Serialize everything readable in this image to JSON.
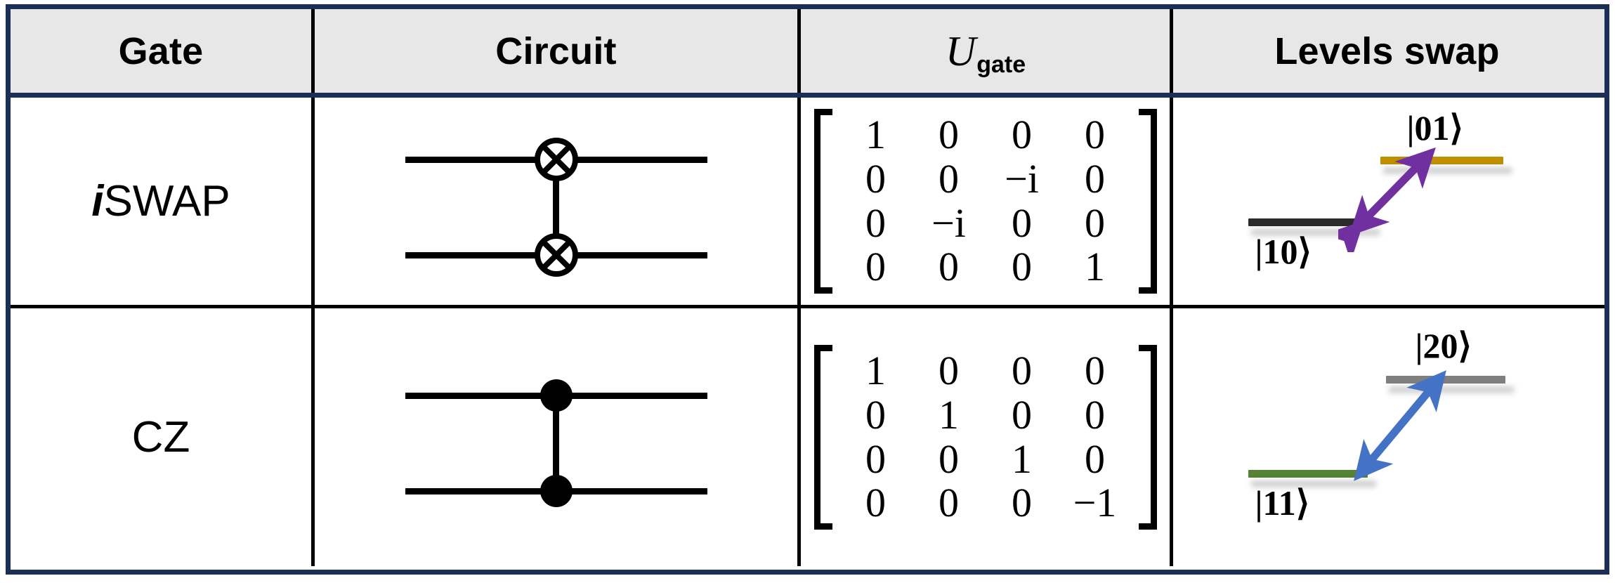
{
  "table": {
    "headers": [
      {
        "key": "gate",
        "label": "Gate"
      },
      {
        "key": "circuit",
        "label": "Circuit"
      },
      {
        "key": "u",
        "label": "U",
        "sub": "gate"
      },
      {
        "key": "levels",
        "label": "Levels swap"
      }
    ],
    "rows": [
      {
        "gate": {
          "italic_prefix": "i",
          "name": "SWAP"
        },
        "circuit": {
          "type": "swap-cross",
          "symbol": "crossed-circle",
          "qubits": 2
        },
        "matrix": {
          "rows": [
            [
              "1",
              "0",
              "0",
              "0"
            ],
            [
              "0",
              "0",
              "−i",
              "0"
            ],
            [
              "0",
              "−i",
              "0",
              "0"
            ],
            [
              "0",
              "0",
              "0",
              "1"
            ]
          ]
        },
        "levels": {
          "upper": {
            "label": "|01⟩",
            "color": "#bf8f00"
          },
          "lower": {
            "label": "|10⟩",
            "color": "#2b2b2b"
          },
          "arrow": {
            "color": "#7030a0",
            "double_headed": true
          }
        }
      },
      {
        "gate": {
          "italic_prefix": "",
          "name": "CZ"
        },
        "circuit": {
          "type": "controlled-z",
          "symbol": "filled-dot",
          "qubits": 2
        },
        "matrix": {
          "rows": [
            [
              "1",
              "0",
              "0",
              "0"
            ],
            [
              "0",
              "1",
              "0",
              "0"
            ],
            [
              "0",
              "0",
              "1",
              "0"
            ],
            [
              "0",
              "0",
              "0",
              "−1"
            ]
          ]
        },
        "levels": {
          "upper": {
            "label": "|20⟩",
            "color": "#7f7f7f"
          },
          "lower": {
            "label": "|11⟩",
            "color": "#548235"
          },
          "arrow": {
            "color": "#4472c4",
            "double_headed": true
          }
        }
      }
    ]
  },
  "colors": {
    "header_border": "#1b2f56",
    "header_fill": "#e7e7e7",
    "grid": "#000000",
    "page": "#ffffff"
  }
}
